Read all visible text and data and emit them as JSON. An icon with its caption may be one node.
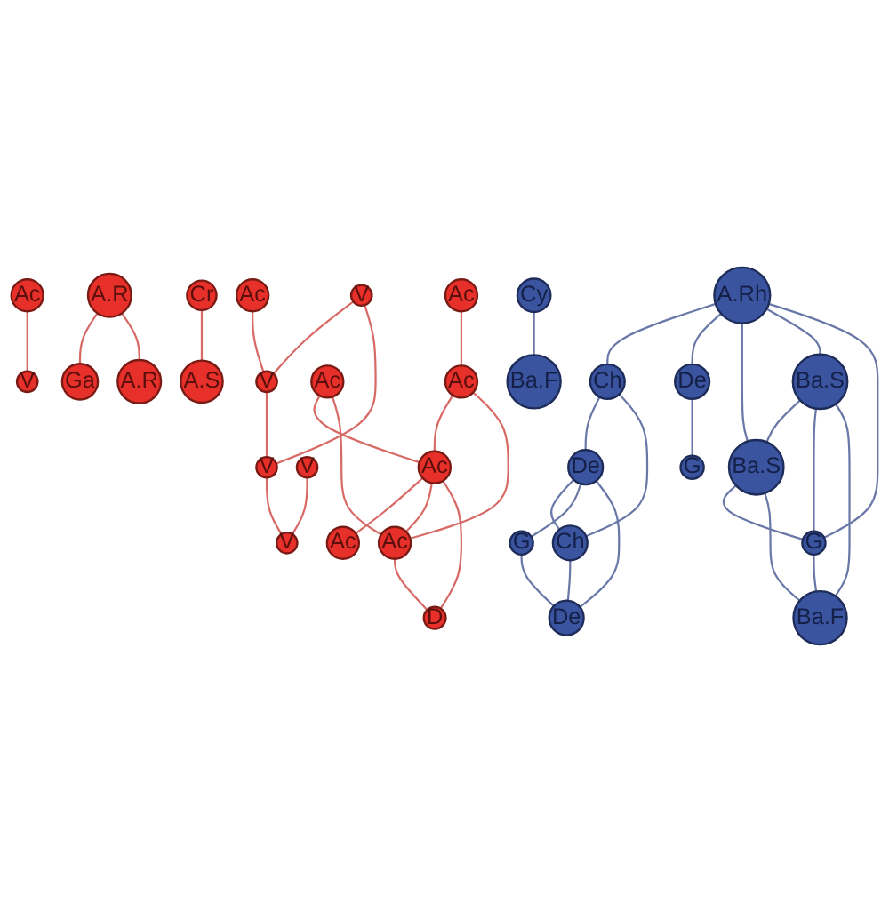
{
  "diagram": {
    "nodes": [
      {
        "text": [
          "Ac"
        ]
      },
      {
        "text": [
          "A.R"
        ]
      },
      {
        "text": [
          "Ac"
        ]
      },
      {
        "text": [
          "Cr"
        ]
      },
      {
        "text": [
          "Ga"
        ]
      },
      {
        "text": [
          "V"
        ]
      },
      {
        "text": [
          "A.S"
        ]
      },
      {
        "text": [
          "V"
        ]
      },
      {
        "text": [
          "A.R"
        ]
      },
      {
        "text": [
          "V"
        ]
      },
      {
        "text": [
          "Ac"
        ]
      },
      {
        "text": [
          "Ac"
        ]
      },
      {
        "text": [
          "V"
        ]
      },
      {
        "text": [
          "Ac"
        ]
      },
      {
        "text": [
          "Ac"
        ]
      },
      {
        "text": [
          "V"
        ]
      },
      {
        "text": [
          "Ac"
        ]
      },
      {
        "text": [
          "Ac"
        ]
      },
      {
        "text": [
          "V"
        ]
      },
      {
        "text": [
          "D"
        ]
      },
      {
        "text": [
          "Cy"
        ]
      },
      {
        "text": [
          "Ch"
        ]
      },
      {
        "text": [
          "A.Rh"
        ]
      },
      {
        "text": [
          "De"
        ]
      },
      {
        "text": [
          "Ba.F"
        ]
      },
      {
        "text": [
          "G"
        ]
      },
      {
        "text": [
          "De"
        ]
      },
      {
        "text": [
          "Ch"
        ]
      },
      {
        "text": [
          "Ba.S"
        ]
      },
      {
        "text": [
          "G"
        ]
      },
      {
        "text": [
          "De"
        ]
      },
      {
        "text": [
          "Ba.S"
        ]
      },
      {
        "text": [
          "Ba.F"
        ]
      },
      {
        "text": [
          "G"
        ]
      }
    ],
    "edges": [
      {
        "from": 0,
        "to": 5,
        "arrow": "none",
        "color": "#d86a66"
      },
      {
        "from": 1,
        "to": 4,
        "arrow": "none",
        "color": "#d86a66"
      },
      {
        "from": 1,
        "to": 8,
        "arrow": "none",
        "color": "#d86a66"
      },
      {
        "from": 3,
        "to": 6,
        "arrow": "none",
        "color": "#d86a66"
      },
      {
        "from": 2,
        "to": 9,
        "arrow": "none",
        "color": "#d86a66"
      },
      {
        "from": 7,
        "to": 9,
        "arrow": "none",
        "color": "#d86a66"
      },
      {
        "from": 7,
        "to": 15,
        "arrow": "none",
        "color": "#d86a66"
      },
      {
        "from": 9,
        "to": 15,
        "arrow": "none",
        "color": "#d86a66"
      },
      {
        "from": 12,
        "to": 18,
        "arrow": "none",
        "color": "#d86a66"
      },
      {
        "from": 15,
        "to": 18,
        "arrow": "none",
        "color": "#d86a66"
      },
      {
        "from": 10,
        "to": 11,
        "arrow": "none",
        "color": "#d86a66"
      },
      {
        "from": 10,
        "to": 17,
        "arrow": "none",
        "color": "#d86a66"
      },
      {
        "from": 16,
        "to": 14,
        "arrow": "none",
        "color": "#d86a66"
      },
      {
        "from": 14,
        "to": 11,
        "arrow": "none",
        "color": "#d86a66"
      },
      {
        "from": 14,
        "to": 17,
        "arrow": "none",
        "color": "#d86a66"
      },
      {
        "from": 11,
        "to": 13,
        "arrow": "none",
        "color": "#d86a66"
      },
      {
        "from": 11,
        "to": 17,
        "arrow": "none",
        "color": "#d86a66"
      },
      {
        "from": 11,
        "to": 19,
        "arrow": "none",
        "color": "#d86a66"
      },
      {
        "from": 17,
        "to": 19,
        "arrow": "none",
        "color": "#d86a66"
      },
      {
        "from": 20,
        "to": 24,
        "arrow": "none"
      },
      {
        "from": 26,
        "to": 29,
        "arrow": "none"
      },
      {
        "from": 22,
        "to": 21,
        "arrow": "none"
      },
      {
        "from": 22,
        "to": 26,
        "arrow": "none"
      },
      {
        "from": 22,
        "to": 31,
        "arrow": "none"
      },
      {
        "from": 22,
        "to": 28,
        "arrow": "none"
      },
      {
        "from": 22,
        "to": 33,
        "arrow": "none"
      },
      {
        "from": 21,
        "to": 23,
        "arrow": "none"
      },
      {
        "from": 21,
        "to": 27,
        "arrow": "none"
      },
      {
        "from": 23,
        "to": 27,
        "arrow": "none"
      },
      {
        "from": 23,
        "to": 25,
        "arrow": "none"
      },
      {
        "from": 23,
        "to": 30,
        "arrow": "none"
      },
      {
        "from": 27,
        "to": 30,
        "arrow": "none"
      },
      {
        "from": 25,
        "to": 30,
        "arrow": "none"
      },
      {
        "from": 28,
        "to": 31,
        "arrow": "none"
      },
      {
        "from": 28,
        "to": 33,
        "arrow": "none"
      },
      {
        "from": 28,
        "to": 32,
        "arrow": "none"
      },
      {
        "from": 31,
        "to": 33,
        "arrow": "none"
      },
      {
        "from": 31,
        "to": 32,
        "arrow": "none"
      },
      {
        "from": 33,
        "to": 32,
        "arrow": "none"
      }
    ]
  }
}
